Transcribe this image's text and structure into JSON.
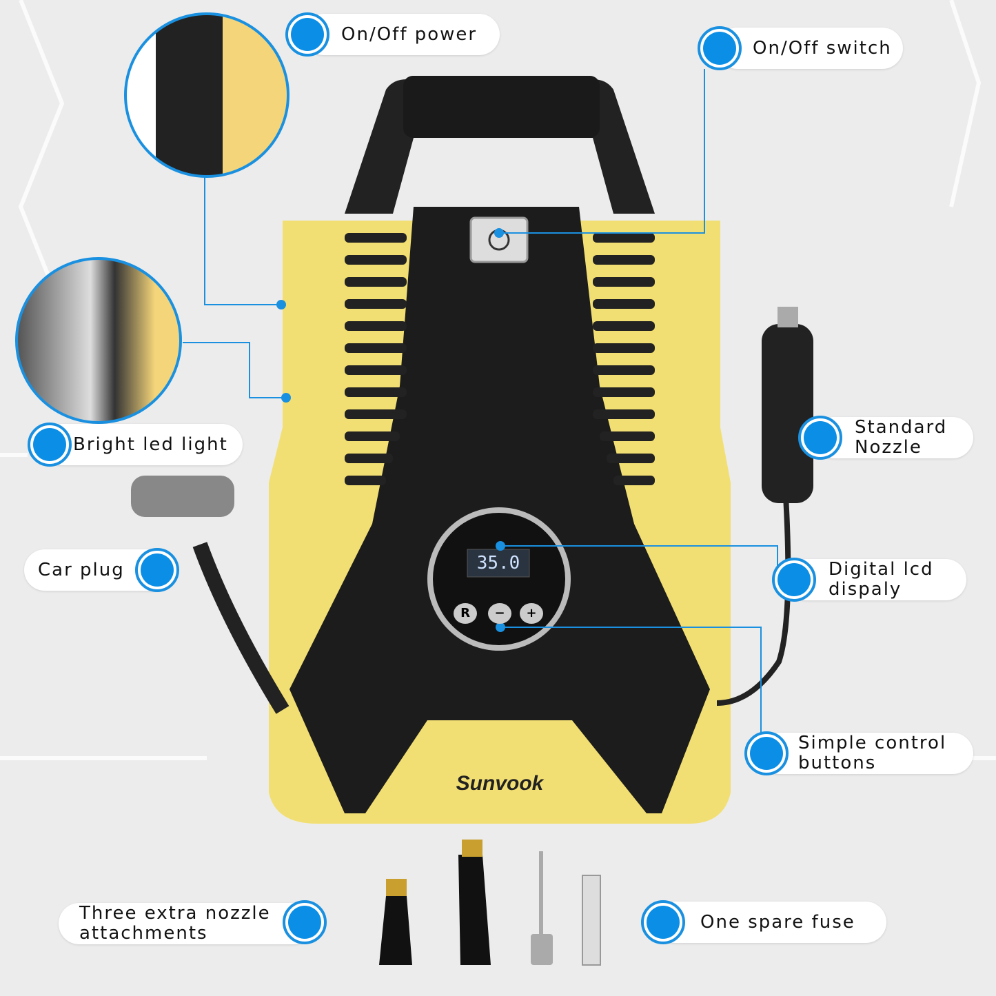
{
  "callouts": {
    "onoff_power": "On/Off power",
    "onoff_switch": "On/Off switch",
    "led_light": "Bright led light",
    "standard_nozzle": [
      "Standard",
      "Nozzle"
    ],
    "car_plug": "Car plug",
    "lcd": [
      "Digital lcd",
      "dispaly"
    ],
    "buttons": [
      "Simple control",
      "buttons"
    ],
    "nozzles": [
      "Three extra nozzle",
      "attachments"
    ],
    "fuse": "One spare fuse"
  },
  "device": {
    "brand": "Sunvook",
    "display_value": "35.0",
    "buttons": [
      "R",
      "−",
      "+"
    ]
  },
  "colors": {
    "accent": "#0b8fe6",
    "body_yellow": "#f2df73",
    "body_black": "#1c1c1c"
  }
}
